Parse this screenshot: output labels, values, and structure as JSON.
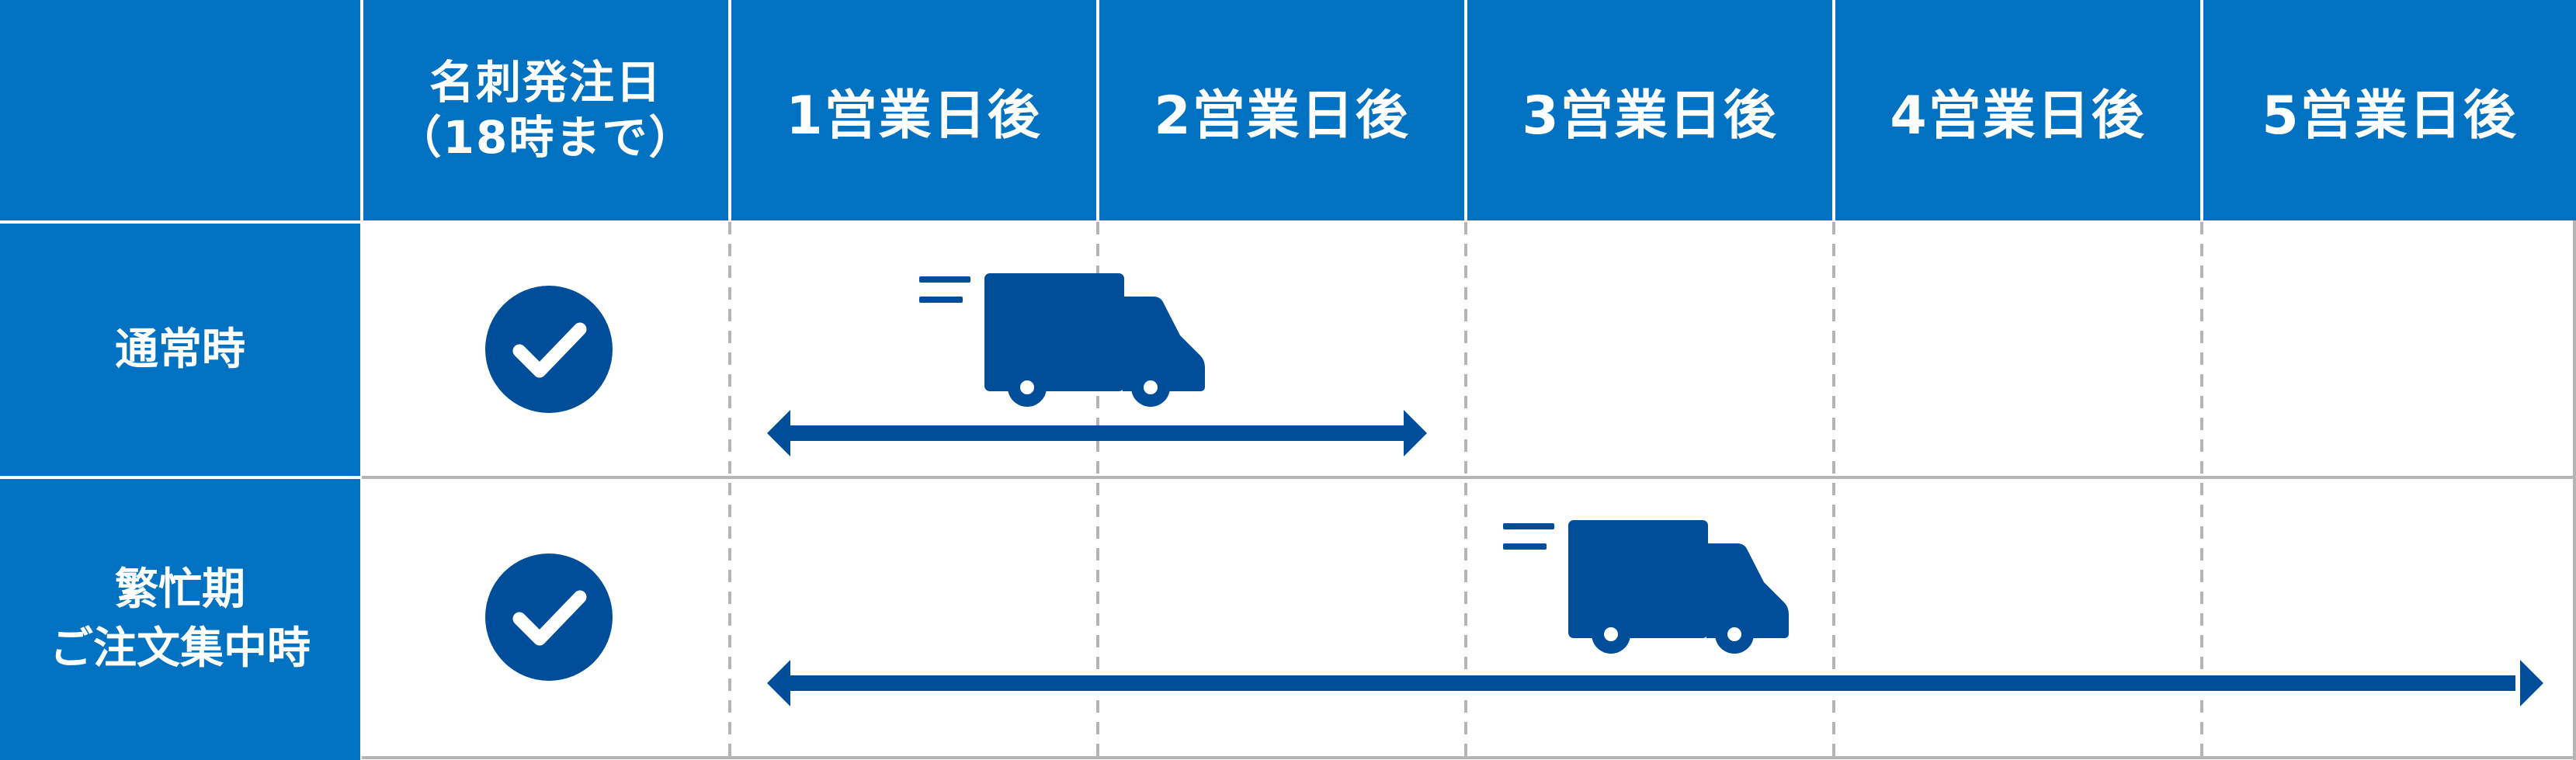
{
  "header": {
    "corner": "",
    "order_day_line1": "名刺発注日",
    "order_day_line2": "（18時まで）",
    "days": [
      "1営業日後",
      "2営業日後",
      "3営業日後",
      "4営業日後",
      "5営業日後"
    ]
  },
  "rows": [
    {
      "label_lines": [
        "通常時"
      ],
      "order_mark": "check-circle-icon",
      "delivery_icon": "delivery-truck-icon",
      "delivery_span_days": [
        0,
        2
      ]
    },
    {
      "label_lines": [
        "繁忙期",
        "ご注文集中時"
      ],
      "order_mark": "check-circle-icon",
      "delivery_icon": "delivery-truck-icon",
      "delivery_span_days": [
        0,
        5
      ]
    }
  ],
  "colors": {
    "header_bg": "#0171c2",
    "accent_dark": "#004e9a",
    "grid_line": "#b5b5b5",
    "text_on_blue": "#ffffff"
  }
}
